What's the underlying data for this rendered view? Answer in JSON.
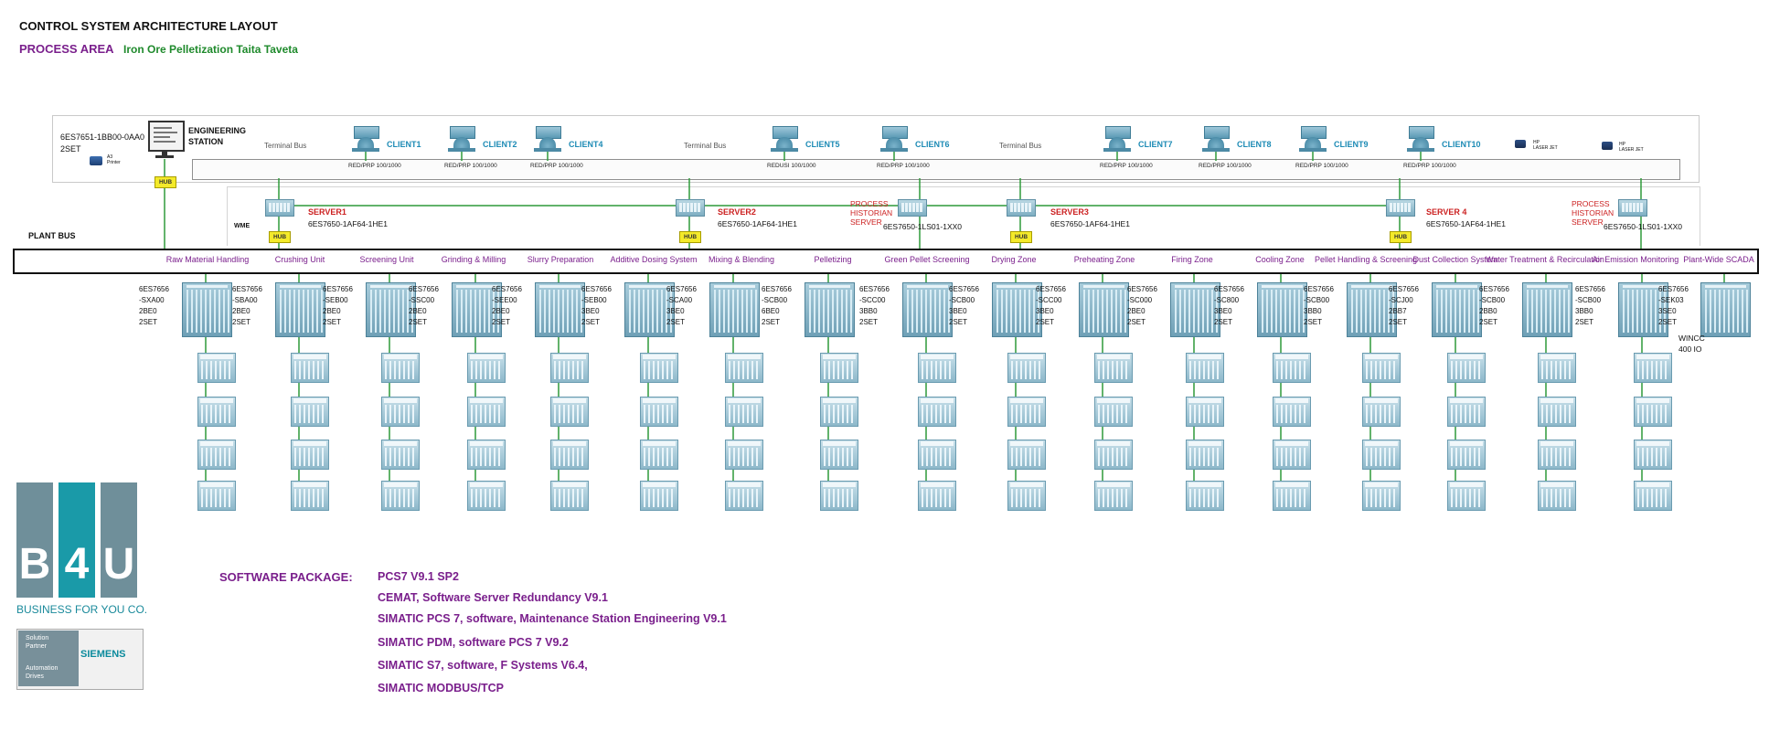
{
  "header": {
    "title": "CONTROL SYSTEM ARCHITECTURE LAYOUT",
    "area_label": "PROCESS AREA",
    "area_value": "Iron Ore Pelletization Taita Taveta"
  },
  "engineering": {
    "code": "6ES7651-1BB00-0AA0",
    "qty": "2SET",
    "label_line1": "ENGINEERING",
    "label_line2": "STATION",
    "printer_line1": "A3",
    "printer_line2": "Printer"
  },
  "buses": {
    "terminal": "Terminal Bus",
    "plant": "PLANT BUS",
    "wme": "WME",
    "hub": "HUB"
  },
  "clients": [
    {
      "name": "CLIENT1",
      "redprp": "RED/PRP 100/1000"
    },
    {
      "name": "CLIENT2",
      "redprp": "RED/PRP 100/1000"
    },
    {
      "name": "CLIENT4",
      "redprp": "RED/PRP 100/1000"
    },
    {
      "name": "CLIENT5",
      "redprp": "REDUSI   100/1000"
    },
    {
      "name": "CLIENT6",
      "redprp": "RED/PRP 100/1000"
    },
    {
      "name": "CLIENT7",
      "redprp": "RED/PRP 100/1000"
    },
    {
      "name": "CLIENT8",
      "redprp": "RED/PRP 100/1000"
    },
    {
      "name": "CLIENT9",
      "redprp": "RED/PRP 100/1000"
    },
    {
      "name": "CLIENT10",
      "redprp": "RED/PRP 100/1000"
    }
  ],
  "laserjets": [
    {
      "line1": "HP",
      "line2": "LASER JET"
    },
    {
      "line1": "HP",
      "line2": "LASER JET"
    }
  ],
  "servers": [
    {
      "name": "SERVER1",
      "code": "6ES7650-1AF64-1HE1"
    },
    {
      "name": "SERVER2",
      "code": "6ES7650-1AF64-1HE1"
    },
    {
      "name": "SERVER3",
      "code": "6ES7650-1AF64-1HE1"
    },
    {
      "name": "SERVER 4",
      "code": "6ES7650-1AF64-1HE1"
    }
  ],
  "historians": [
    {
      "line1": "PROCESS",
      "line2": "HISTORIAN",
      "line3": "SERVER",
      "code": "6ES7650-1LS01-1XX0"
    },
    {
      "line1": "PROCESS",
      "line2": "HISTORIAN",
      "line3": "SERVER",
      "code": "6ES7650-1LS01-1XX0"
    }
  ],
  "areas": [
    "Raw Material Handling",
    "Crushing Unit",
    "Screening Unit",
    "Grinding & Milling",
    "Slurry Preparation",
    "Additive Dosing System",
    "Mixing & Blending",
    "Pelletizing",
    "Green Pellet Screening",
    "Drying Zone",
    "Preheating Zone",
    "Firing Zone",
    "Cooling Zone",
    "Pellet Handling & Screening",
    "Dust Collection System",
    "Water Treatment & Recirculation",
    "Air Emission Monitoring",
    "Plant-Wide SCADA"
  ],
  "cabinet_labels": [
    {
      "l1": "6ES7656",
      "l2": "-SXA00",
      "l3": "2BE0",
      "l4": "2SET"
    },
    {
      "l1": "6ES7656",
      "l2": "-SBA00",
      "l3": "2BE0",
      "l4": "2SET"
    },
    {
      "l1": "6ES7656",
      "l2": "-SEB00",
      "l3": "2BE0",
      "l4": "2SET"
    },
    {
      "l1": "6ES7656",
      "l2": "-SSC00",
      "l3": "2BE0",
      "l4": "2SET"
    },
    {
      "l1": "6ES7656",
      "l2": "-SEE00",
      "l3": "2BE0",
      "l4": "2SET"
    },
    {
      "l1": "6ES7656",
      "l2": "-SEB00",
      "l3": "3BE0",
      "l4": "2SET"
    },
    {
      "l1": "6ES7656",
      "l2": "-SCA00",
      "l3": "3BE0",
      "l4": "2SET"
    },
    {
      "l1": "6ES7656",
      "l2": "-SCB00",
      "l3": "6BE0",
      "l4": "2SET"
    },
    {
      "l1": "6ES7656",
      "l2": "-SCC00",
      "l3": "3BB0",
      "l4": "2SET"
    },
    {
      "l1": "6ES7656",
      "l2": "-SCB00",
      "l3": "3BE0",
      "l4": "2SET"
    },
    {
      "l1": "6ES7656",
      "l2": "-SCC00",
      "l3": "3BE0",
      "l4": "2SET"
    },
    {
      "l1": "6ES7656",
      "l2": "-SC000",
      "l3": "2BE0",
      "l4": "2SET"
    },
    {
      "l1": "6ES7656",
      "l2": "-SC800",
      "l3": "3BE0",
      "l4": "2SET"
    },
    {
      "l1": "6ES7656",
      "l2": "-SCB00",
      "l3": "3BB0",
      "l4": "2SET"
    },
    {
      "l1": "6ES7656",
      "l2": "-SCJ00",
      "l3": "2BB7",
      "l4": "2SET"
    },
    {
      "l1": "6ES7656",
      "l2": "-SCB00",
      "l3": "2BB0",
      "l4": "2SET"
    },
    {
      "l1": "6ES7656",
      "l2": "-SCB00",
      "l3": "3BB0",
      "l4": "2SET"
    },
    {
      "l1": "6ES7656",
      "l2": "-SEK03",
      "l3": "3SE0",
      "l4": "2SET"
    }
  ],
  "wincc": {
    "line1": "WINCC",
    "line2": "400 IO"
  },
  "logo": {
    "letters": [
      "B",
      "4",
      "U"
    ],
    "tagline": "BUSINESS FOR YOU CO.",
    "partner_line1": "Solution",
    "partner_line2": "Partner",
    "partner_line3": "Automation",
    "partner_line4": "Drives",
    "brand": "SIEMENS"
  },
  "software": {
    "label": "SOFTWARE PACKAGE:",
    "items": [
      "PCS7 V9.1 SP2",
      "CEMAT, Software Server  Redundancy V9.1",
      "SIMATIC PCS 7, software, Maintenance Station Engineering V9.1",
      "SIMATIC PDM, software PCS 7 V9.2",
      "SIMATIC S7, software, F Systems V6.4,",
      "SIMATIC MODBUS/TCP"
    ]
  },
  "colors": {
    "purple": "#7a1f8c",
    "green": "#1f8a2c",
    "client_blue": "#1d8bb5",
    "server_red": "#cc2222",
    "hub_yellow": "#f4ea2a"
  }
}
